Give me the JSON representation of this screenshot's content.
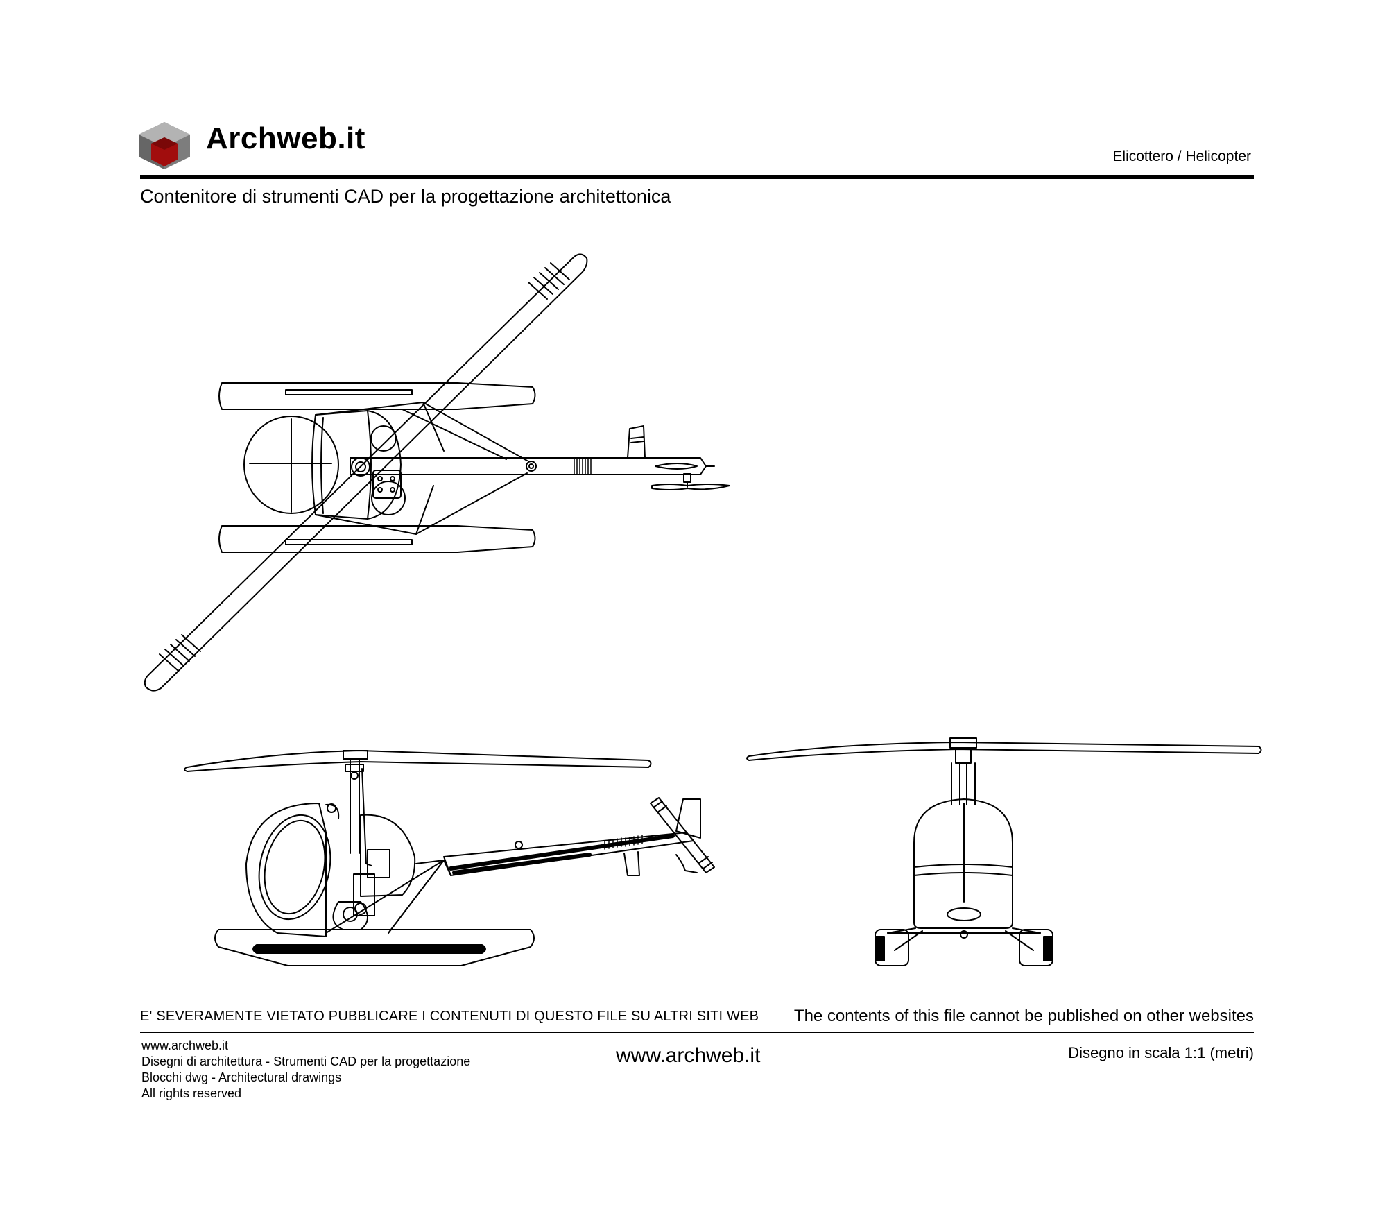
{
  "header": {
    "brand": "Archweb.it",
    "subject": "Elicottero  /  Helicopter",
    "tagline": "Contenitore di strumenti CAD per la progettazione architettonica"
  },
  "footer": {
    "warning_it": "E' SEVERAMENTE VIETATO PUBBLICARE I CONTENUTI DI QUESTO FILE SU ALTRI SITI WEB",
    "warning_en": "The contents of this file cannot be published on other websites",
    "lines": [
      "www.archweb.it",
      "Disegni di architettura - Strumenti CAD  per la progettazione",
      "Blocchi dwg - Architectural drawings",
      "All rights reserved"
    ],
    "url": "www.archweb.it",
    "scale": "Disegno in scala 1:1 (metri)"
  },
  "colors": {
    "logo_red": "#a10d0d",
    "logo_grey": "#8a8a8a"
  }
}
